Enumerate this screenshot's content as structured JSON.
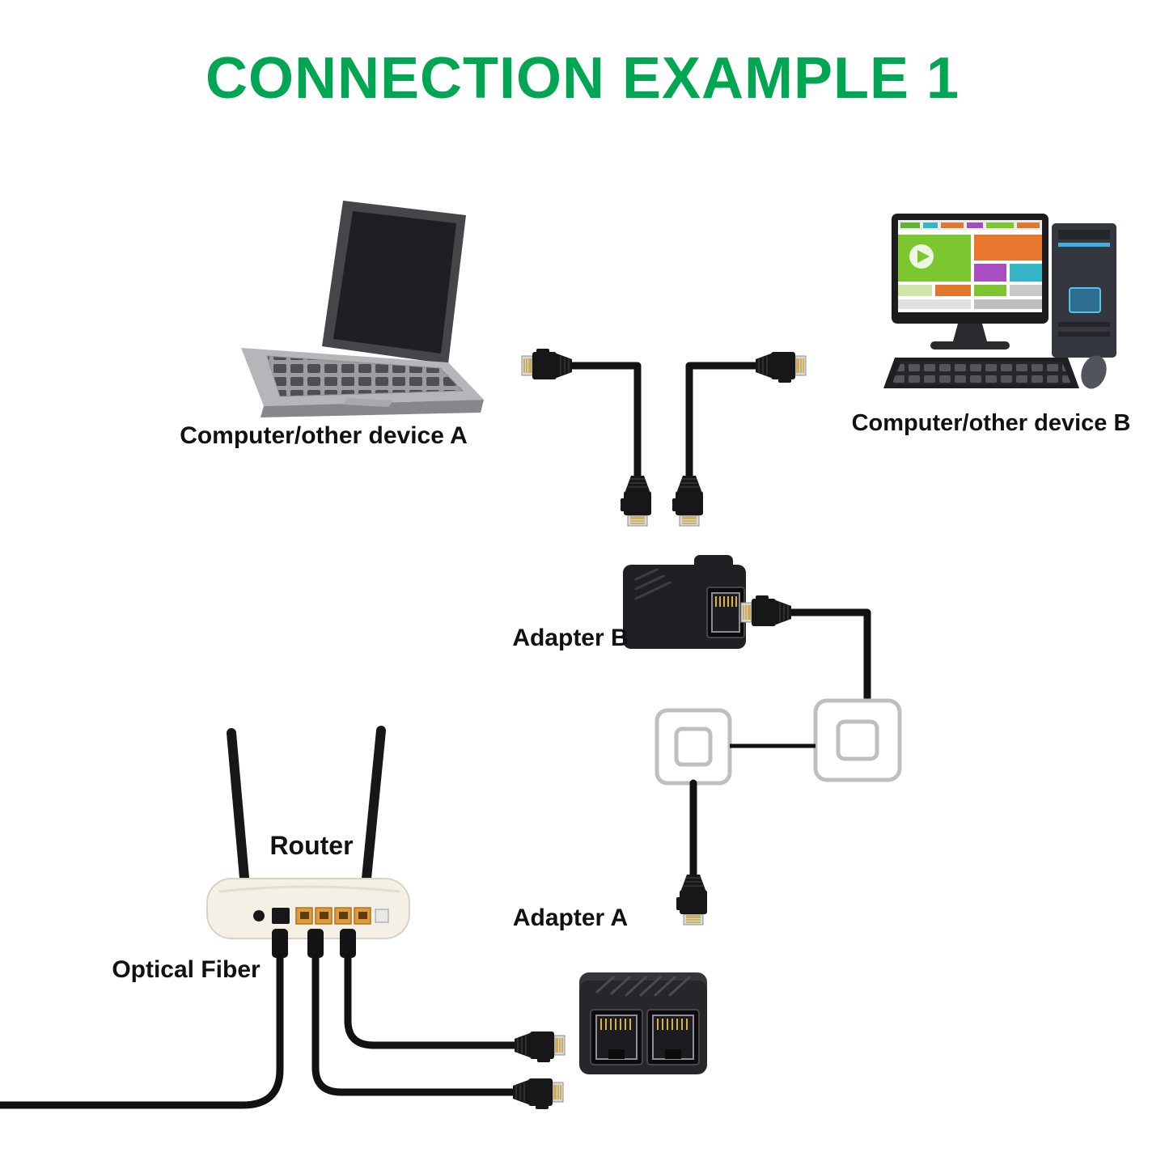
{
  "title": "CONNECTION EXAMPLE 1",
  "labels": {
    "device_a": "Computer/other device A",
    "device_b": "Computer/other device B",
    "adapter_b": "Adapter B",
    "adapter_a": "Adapter A",
    "router": "Router",
    "optical_fiber": "Optical Fiber"
  },
  "colors": {
    "title_green": "#00A651",
    "cable_black": "#121212",
    "label_text": "#111111",
    "adapter_body": "#202024",
    "router_body": "#f4f0e6",
    "router_port_orange": "#e09a3a",
    "pin_gold": "#d9b23a",
    "background": "#ffffff"
  }
}
